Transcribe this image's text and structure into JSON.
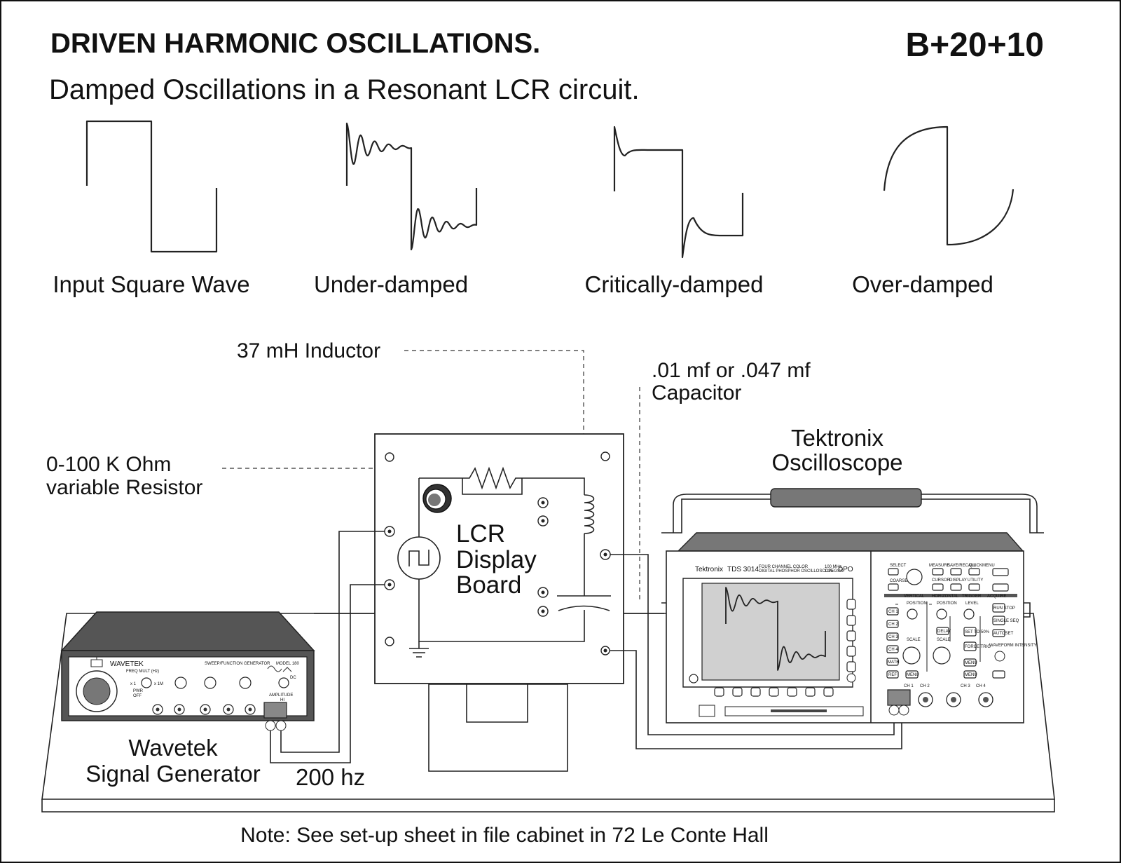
{
  "header": {
    "title": "DRIVEN HARMONIC OSCILLATIONS.",
    "code": "B+20+10",
    "subtitle": "Damped Oscillations in a Resonant LCR circuit."
  },
  "waveforms": [
    {
      "id": "input",
      "label": "Input Square Wave"
    },
    {
      "id": "under",
      "label": "Under-damped"
    },
    {
      "id": "critical",
      "label": "Critically-damped"
    },
    {
      "id": "over",
      "label": "Over-damped"
    }
  ],
  "callouts": {
    "inductor": "37 mH Inductor",
    "capacitor_line1": ".01 mf or .047 mf",
    "capacitor_line2": "Capacitor",
    "resistor_line1": "0-100 K Ohm",
    "resistor_line2": "variable Resistor",
    "scope_line1": "Tektronix",
    "scope_line2": "Oscilloscope"
  },
  "board": {
    "line1": "LCR",
    "line2": "Display",
    "line3": "Board"
  },
  "generator": {
    "brand": "WAVETEK",
    "panel_title": "SWEEP/FUNCTION GENERATOR",
    "model": "MODEL 180",
    "freq_label": "FREQ MULT (Hz)",
    "x1": "x 1",
    "x1m": "x 1M",
    "pwr": "PWR",
    "off": "OFF",
    "amplitude": "AMPLITUDE",
    "hi": "HI",
    "dc": "DC",
    "caption_line1": "Wavetek",
    "caption_line2": "Signal Generator",
    "frequency": "200 hz"
  },
  "scope": {
    "brand": "Tektronix",
    "model": "TDS 3014",
    "desc_line1": "FOUR CHANNEL COLOR",
    "desc_line2": "DIGITAL PHOSPHOR OSCILLOSCOPE",
    "spec_line1": "100 MHz",
    "spec_line2": "1.25 GS/s",
    "dpo": "DPO",
    "sections": [
      "VERTICAL",
      "HORIZONTAL",
      "TRIGGER",
      "ACQUIRE"
    ],
    "top_buttons": [
      "SELECT",
      "COARSE",
      "MEASURE",
      "SAVE/RECALL",
      "QUICKMENU",
      "CURSOR",
      "DISPLAY",
      "UTILITY"
    ],
    "ch_buttons": [
      "CH 1",
      "CH 2",
      "CH 3",
      "CH 4",
      "MATH",
      "REF"
    ],
    "knob_labels": [
      "POSITION",
      "POSITION",
      "LEVEL",
      "SCALE",
      "SCALE"
    ],
    "side_buttons": [
      "MENU",
      "DELAY",
      "SET TO 50%",
      "FORCE TRIG",
      "MENU",
      "MENU",
      "RUN STOP",
      "SINGLE SEQ",
      "AUTOSET"
    ],
    "waveform_intensity": "WAVEFORM INTENSITY",
    "inputs": [
      "CH 1",
      "CH 2",
      "CH 3",
      "CH 4"
    ]
  },
  "note": "Note:  See set-up sheet in file cabinet in 72 Le Conte Hall"
}
